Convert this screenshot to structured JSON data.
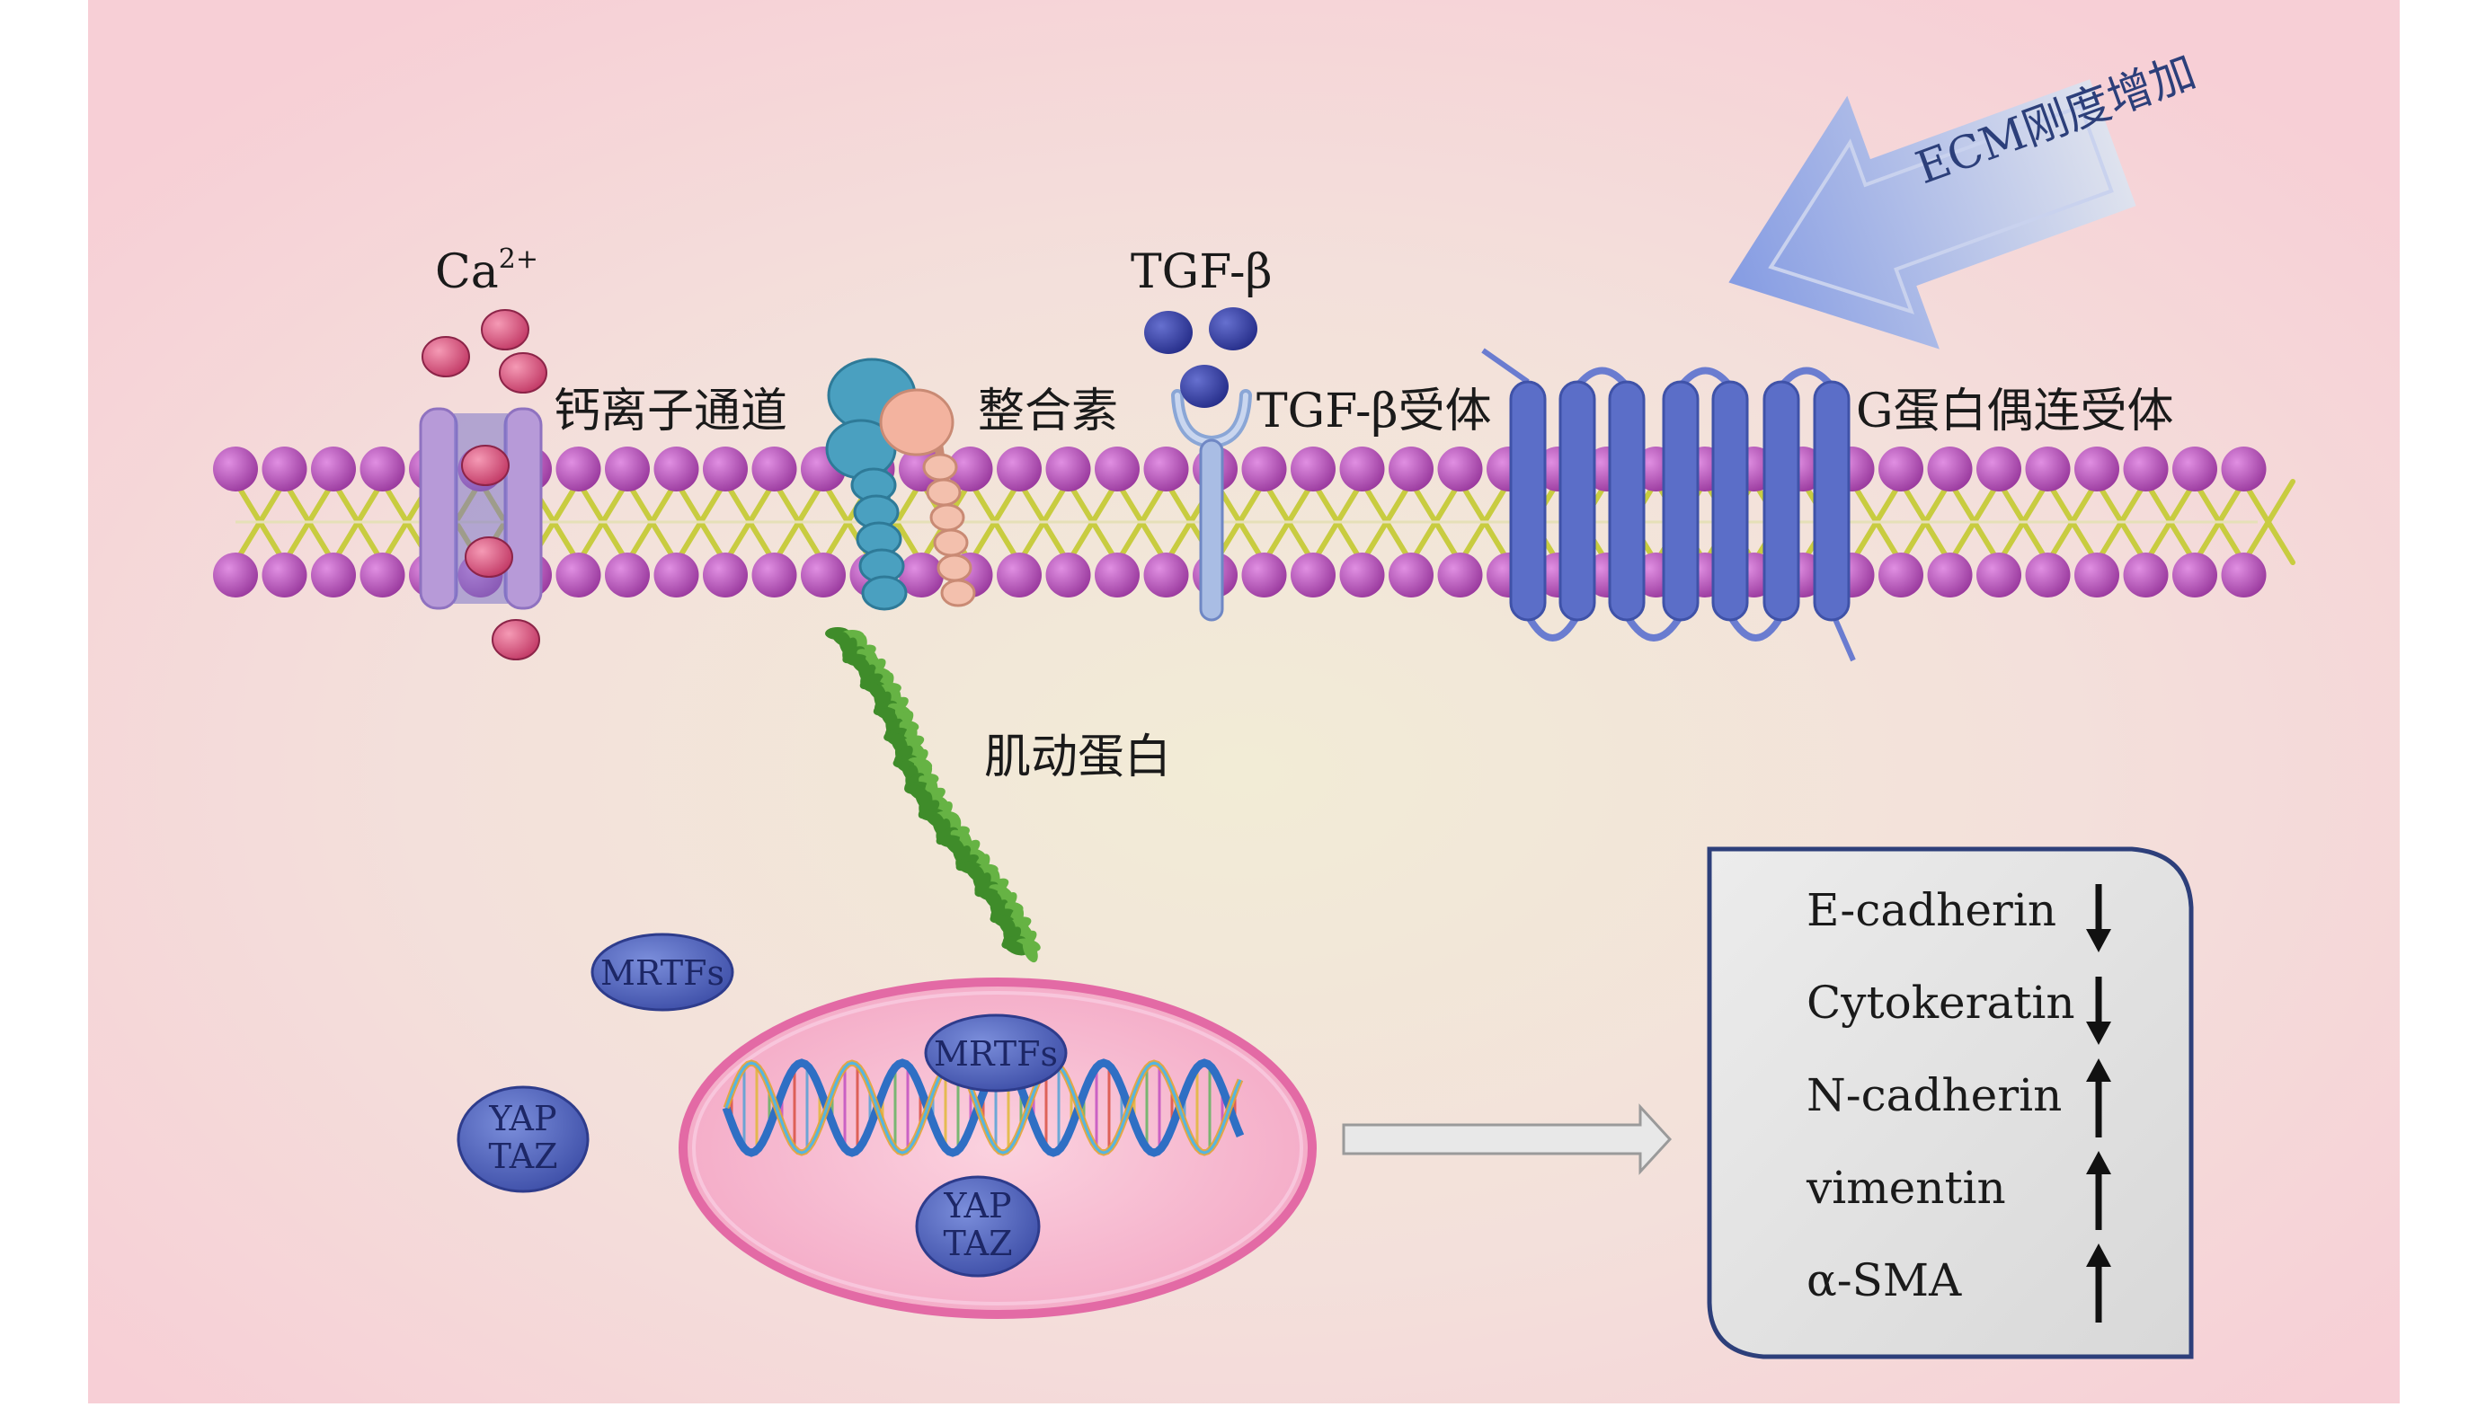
{
  "labels": {
    "ecm_arrow": "ECM刚度增加",
    "calcium": "Ca",
    "calcium_sup": "2+",
    "tgf_beta": "TGF-β",
    "calcium_channel": "钙离子通道",
    "integrin": "整合素",
    "tgf_beta_receptor": "TGF-β受体",
    "gpcr": "G蛋白偶连受体",
    "actin": "肌动蛋白",
    "mrtfs_cyto": "MRTFs",
    "yap_cyto_line1": "YAP",
    "yap_cyto_line2": "TAZ",
    "mrtfs_nucleus": "MRTFs",
    "yap_nucleus_line1": "YAP",
    "yap_nucleus_line2": "TAZ"
  },
  "markers": [
    {
      "name": "E-cadherin",
      "direction": "down"
    },
    {
      "name": "Cytokeratin",
      "direction": "down"
    },
    {
      "name": "N-cadherin",
      "direction": "up"
    },
    {
      "name": "vimentin",
      "direction": "up"
    },
    {
      "name": "α-SMA",
      "direction": "up"
    }
  ],
  "colors": {
    "membrane_head": "#b455b8",
    "membrane_tail": "#c8cc40",
    "channel": "#b79ad8",
    "calcium": "#d8507a",
    "tgf_ball": "#3a44a8",
    "gpcr": "#5b6ec8",
    "actin": "#4f9a32",
    "protein_blob": "#5a6fc4",
    "nucleus_fill": "#f6b8cf",
    "ecm_arrow": "#9fb3e6"
  }
}
